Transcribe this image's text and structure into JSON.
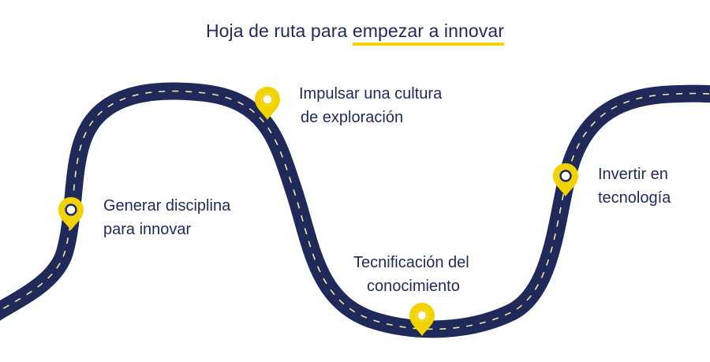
{
  "title": {
    "prefix": "Hoja de ruta para ",
    "highlight": "empezar a innovar"
  },
  "colors": {
    "road": "#1f2a5a",
    "lane_marks": "#f4e6a0",
    "pin": "#f2d300",
    "pin_inner": "#1f2a5a",
    "highlight_underline": "#f2d300",
    "text": "#1f2a5a"
  },
  "steps": [
    {
      "line1": "Generar disciplina",
      "line2": "para innovar",
      "icon": "location-pin"
    },
    {
      "line1": "Impulsar una cultura",
      "line2": "de exploración",
      "icon": "location-pin"
    },
    {
      "line1": "Tecnificación del",
      "line2": "conocimiento",
      "icon": "location-pin"
    },
    {
      "line1": "Invertir en",
      "line2": "tecnología",
      "icon": "location-pin"
    }
  ]
}
